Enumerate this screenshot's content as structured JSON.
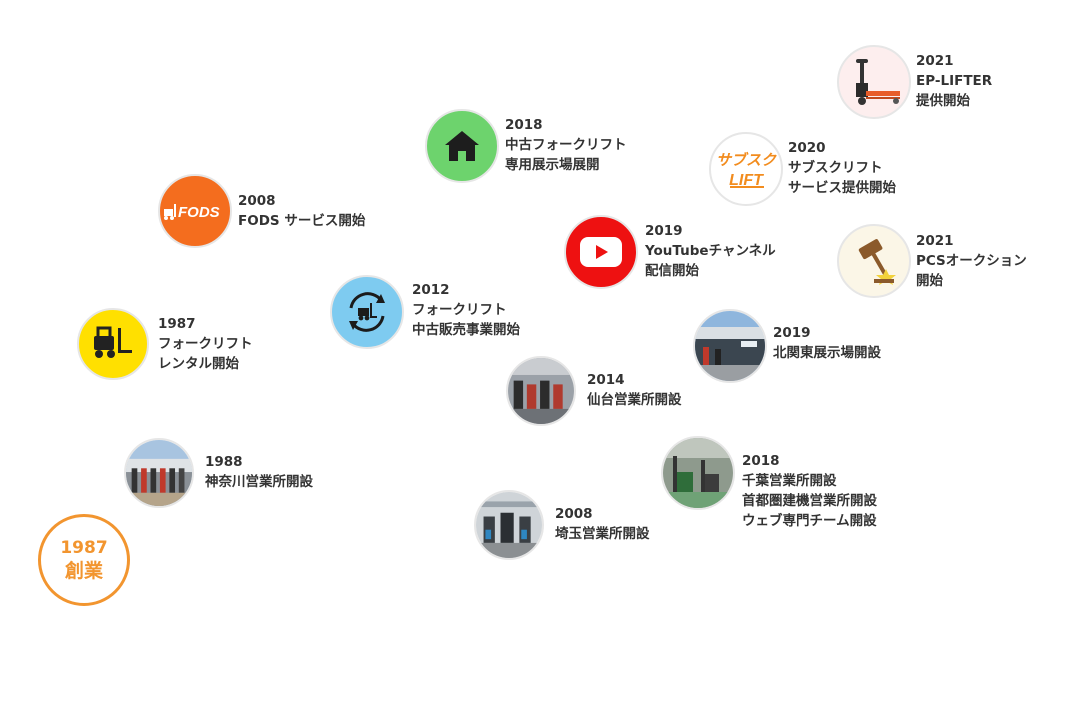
{
  "founding": {
    "year": "1987",
    "label": "創業"
  },
  "events": [
    {
      "id": "rental-1987",
      "year": "1987",
      "lines": [
        "フォークリフト",
        "レンタル開始"
      ],
      "icon": "forklift-icon",
      "color": "#ffe000"
    },
    {
      "id": "kanagawa-1988",
      "year": "1988",
      "lines": [
        "神奈川営業所開設"
      ],
      "icon": "branch-photo",
      "color": "#7d8d99"
    },
    {
      "id": "fods-2008",
      "year": "2008",
      "lines": [
        "FODS サービス開始"
      ],
      "icon": "fods-logo",
      "color": "#f46d1e",
      "logo_text": "FODS"
    },
    {
      "id": "saitama-2008",
      "year": "2008",
      "lines": [
        "埼玉営業所開設"
      ],
      "icon": "branch-photo",
      "color": "#6f7a84"
    },
    {
      "id": "sales-2012",
      "year": "2012",
      "lines": [
        "フォークリフト",
        "中古販売事業開始"
      ],
      "icon": "forklift-cycle-icon",
      "color": "#7ecbf0"
    },
    {
      "id": "sendai-2014",
      "year": "2014",
      "lines": [
        "仙台営業所開設"
      ],
      "icon": "branch-photo",
      "color": "#7e7f86"
    },
    {
      "id": "showroom-2018",
      "year": "2018",
      "lines": [
        "中古フォークリフト",
        "専用展示場展開"
      ],
      "icon": "house-icon",
      "color": "#6dd36d"
    },
    {
      "id": "chiba-2018",
      "year": "2018",
      "lines": [
        "千葉営業所開設",
        "首都圏建機営業所開設",
        "ウェブ専門チーム開設"
      ],
      "icon": "branch-photo",
      "color": "#7f8c7a"
    },
    {
      "id": "youtube-2019",
      "year": "2019",
      "lines": [
        "YouTubeチャンネル",
        "配信開始"
      ],
      "icon": "youtube-icon",
      "color": "#ee1111"
    },
    {
      "id": "kitakanto-2019",
      "year": "2019",
      "lines": [
        "北関東展示場開設"
      ],
      "icon": "branch-photo",
      "color": "#7b8a9a"
    },
    {
      "id": "subsc-2020",
      "year": "2020",
      "lines": [
        "サブスクリフト",
        "サービス提供開始"
      ],
      "icon": "subsc-lift-logo",
      "color": "#f28c1e",
      "logo_line1": "サブスク",
      "logo_line2": "LIFT"
    },
    {
      "id": "eplifter-2021",
      "year": "2021",
      "lines": [
        "EP-LIFTER",
        "提供開始"
      ],
      "icon": "hand-pallet-truck-icon",
      "color": "#e85d2a"
    },
    {
      "id": "pcs-2021",
      "year": "2021",
      "lines": [
        "PCSオークション",
        "開始"
      ],
      "icon": "gavel-icon",
      "color": "#c8a55a"
    }
  ]
}
